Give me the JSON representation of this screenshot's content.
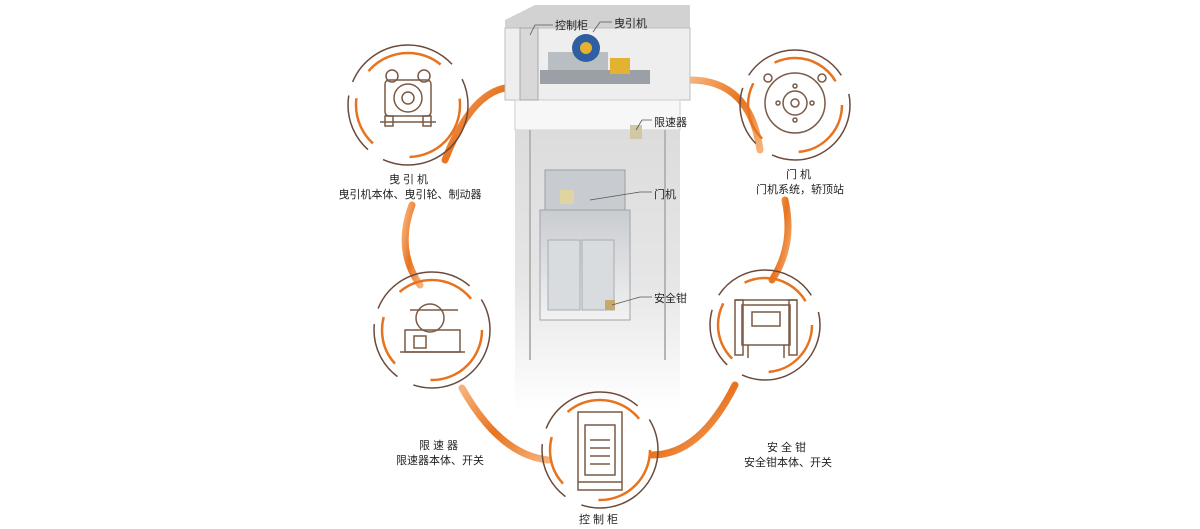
{
  "colors": {
    "accent": "#e8731f",
    "accent_light": "#f6b27a",
    "ring_dark": "#6b4a3a",
    "line": "#7a5a46"
  },
  "components": {
    "traction": {
      "title": "曳引机",
      "desc": "曳引机本体、曳引轮、制动器"
    },
    "door": {
      "title": "门机",
      "desc": "门机系统，轿顶站"
    },
    "governor": {
      "title": "限速器",
      "desc": "限速器本体、开关"
    },
    "safety": {
      "title": "安全钳",
      "desc": "安全钳本体、开关"
    },
    "control": {
      "title": "控制柜",
      "desc": ""
    }
  },
  "callouts": {
    "control_cabinet": "控制柜",
    "traction_machine": "曳引机",
    "speed_governor": "限速器",
    "door_operator": "门机",
    "safety_gear": "安全钳"
  }
}
